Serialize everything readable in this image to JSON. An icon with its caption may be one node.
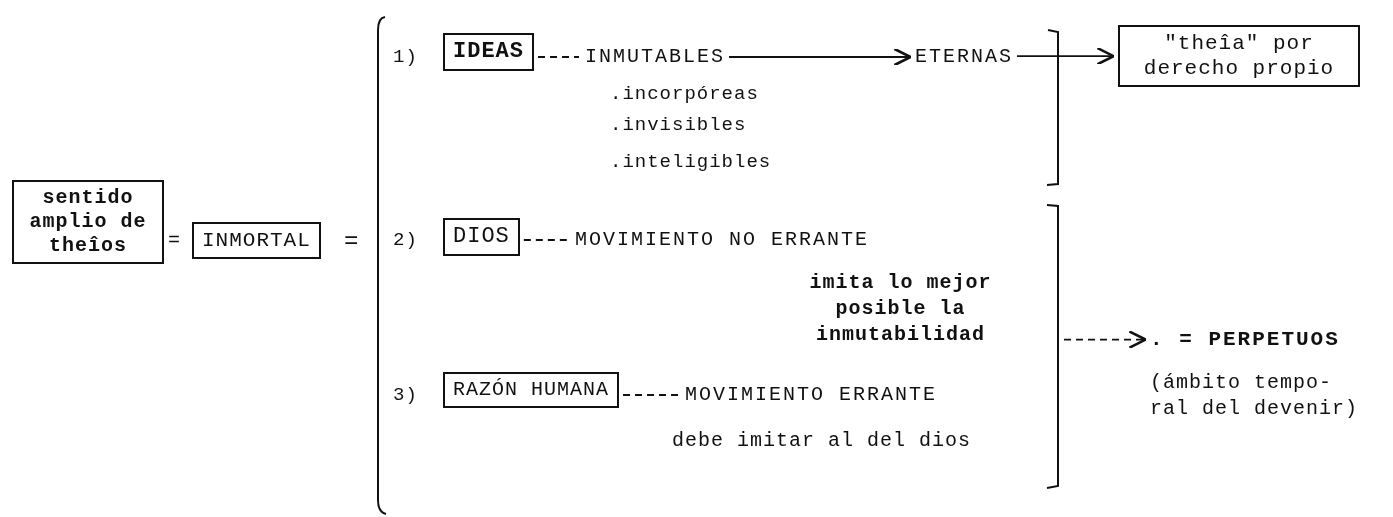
{
  "diagram": {
    "nodes": [
      {
        "text": [
          "sentido amplio de theîos"
        ]
      },
      {
        "text": [
          "INMORTAL"
        ]
      },
      {
        "text": [
          "IDEAS"
        ]
      },
      {
        "text": [
          "DIOS"
        ]
      },
      {
        "text": [
          "RAZÓN HUMANA"
        ]
      },
      {
        "text": [
          "\"theîa\" por derecho propio"
        ]
      },
      {
        "text": [
          "INMUTABLES"
        ]
      },
      {
        "text": [
          "ETERNAS"
        ]
      },
      {
        "text": [
          "MOVIMIENTO NO ERRANTE"
        ]
      },
      {
        "text": [
          "MOVIMIENTO ERRANTE"
        ]
      },
      {
        "text": [
          ". = PERPETUOS"
        ]
      }
    ],
    "edges": [
      {
        "from": 2,
        "to": 6,
        "arrow": "none",
        "style": "dashed"
      },
      {
        "from": 6,
        "to": 7,
        "arrow": "to"
      },
      {
        "from": 7,
        "to": 5,
        "arrow": "to"
      },
      {
        "from": 3,
        "to": 8,
        "arrow": "none",
        "style": "dashed"
      },
      {
        "from": 4,
        "to": 9,
        "arrow": "none",
        "style": "dashed"
      },
      {
        "from": null,
        "to": 10,
        "arrow": "to",
        "style": "dashed"
      }
    ],
    "labels": [
      "=",
      "=",
      "1)",
      ".incorpóreas",
      ".invisibles",
      ".inteligibles",
      "2)",
      "imita lo mejor posible la inmutabilidad",
      "3)",
      "debe imitar al del dios",
      "(ámbito tempo- ral del devenir)"
    ]
  }
}
